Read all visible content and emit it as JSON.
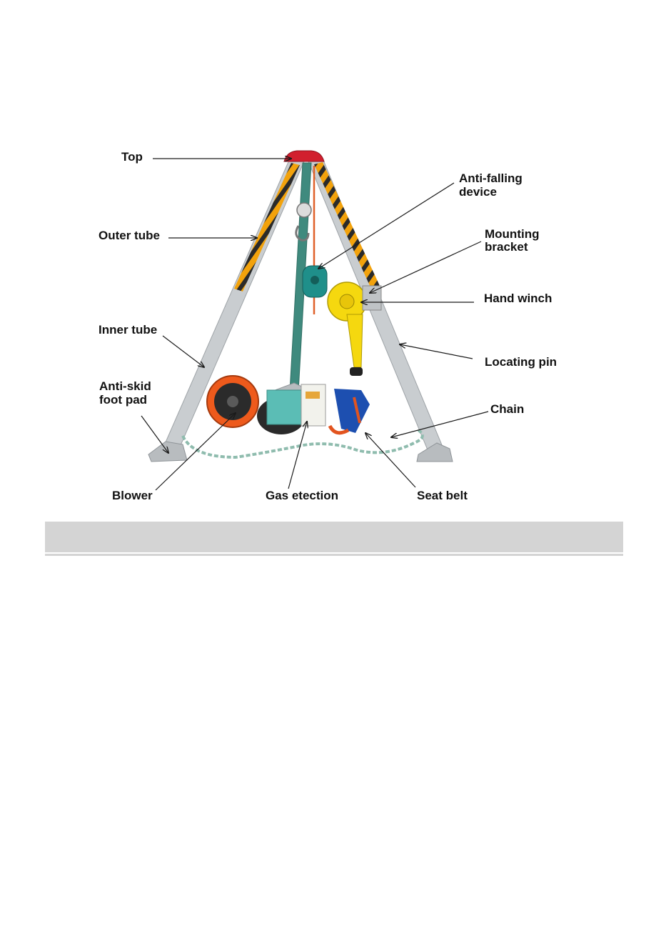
{
  "labels": {
    "top": "Top",
    "anti_falling_1": "Anti-falling",
    "anti_falling_2": "device",
    "outer_tube": "Outer tube",
    "mounting_1": "Mounting",
    "mounting_2": "bracket",
    "hand_winch": "Hand winch",
    "inner_tube": "Inner tube",
    "locating_pin": "Locating pin",
    "anti_skid_1": "Anti-skid",
    "anti_skid_2": "foot pad",
    "chain": "Chain",
    "blower": "Blower",
    "gas_detection": "Gas etection",
    "seat_belt": "Seat belt"
  },
  "colors": {
    "tripod_metal": "#c9cdd0",
    "top_cap": "#d11f2e",
    "warning_stripe": "#f2a20c",
    "winch_yellow": "#f5d80f",
    "anti_fall_teal": "#1f8f8a",
    "blower_orange": "#ee5a1c",
    "harness_blue": "#1d4fb0",
    "harness_orange": "#e2541f",
    "chain_green": "#8fbcae",
    "caption_bar": "#d4d4d4"
  }
}
